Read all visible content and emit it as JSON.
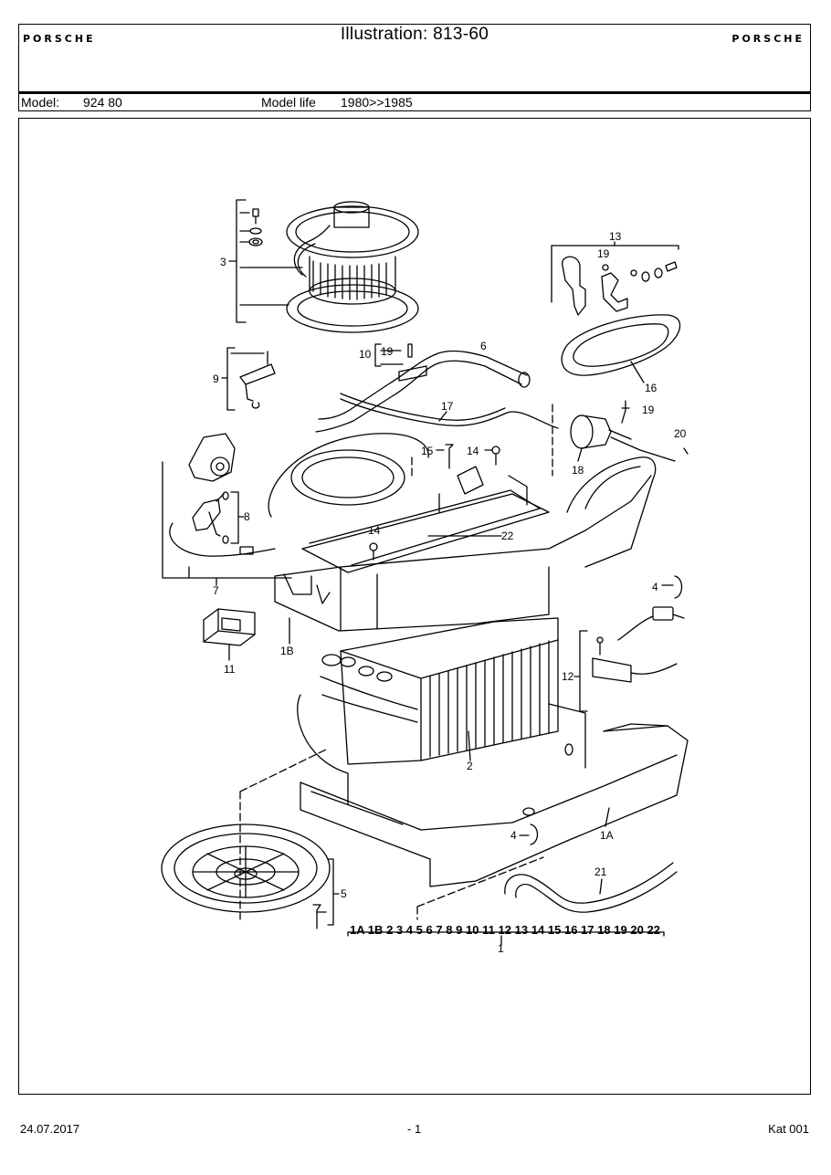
{
  "header": {
    "logo_left": "PORSCHE",
    "title": "Illustration: 813-60",
    "logo_right": "PORSCHE",
    "model_label": "Model:",
    "model_value": "924 80",
    "model_life_label": "Model life",
    "model_life_value": "1980>>1985"
  },
  "callouts": {
    "c3": "3",
    "c13": "13",
    "c19a": "19",
    "c6": "6",
    "c10": "10",
    "c19b": "19",
    "c9": "9",
    "c16": "16",
    "c19c": "19",
    "c17": "17",
    "c20": "20",
    "c15": "15",
    "c14a": "14",
    "c18": "18",
    "c8": "8",
    "c14b": "14",
    "c22": "22",
    "c7": "7",
    "c4a": "4",
    "c1B": "1B",
    "c11": "11",
    "c12": "12",
    "c2": "2",
    "c1A": "1A",
    "c4b": "4",
    "c21": "21",
    "c5": "5",
    "c1": "1"
  },
  "kit_list": "1A 1B 2 3 4 5 6 7 8 9 10 11 12 13 14 15 16 17 18 19 20 22",
  "footer": {
    "date": "24.07.2017",
    "page": "- 1",
    "catalog": "Kat 001"
  }
}
